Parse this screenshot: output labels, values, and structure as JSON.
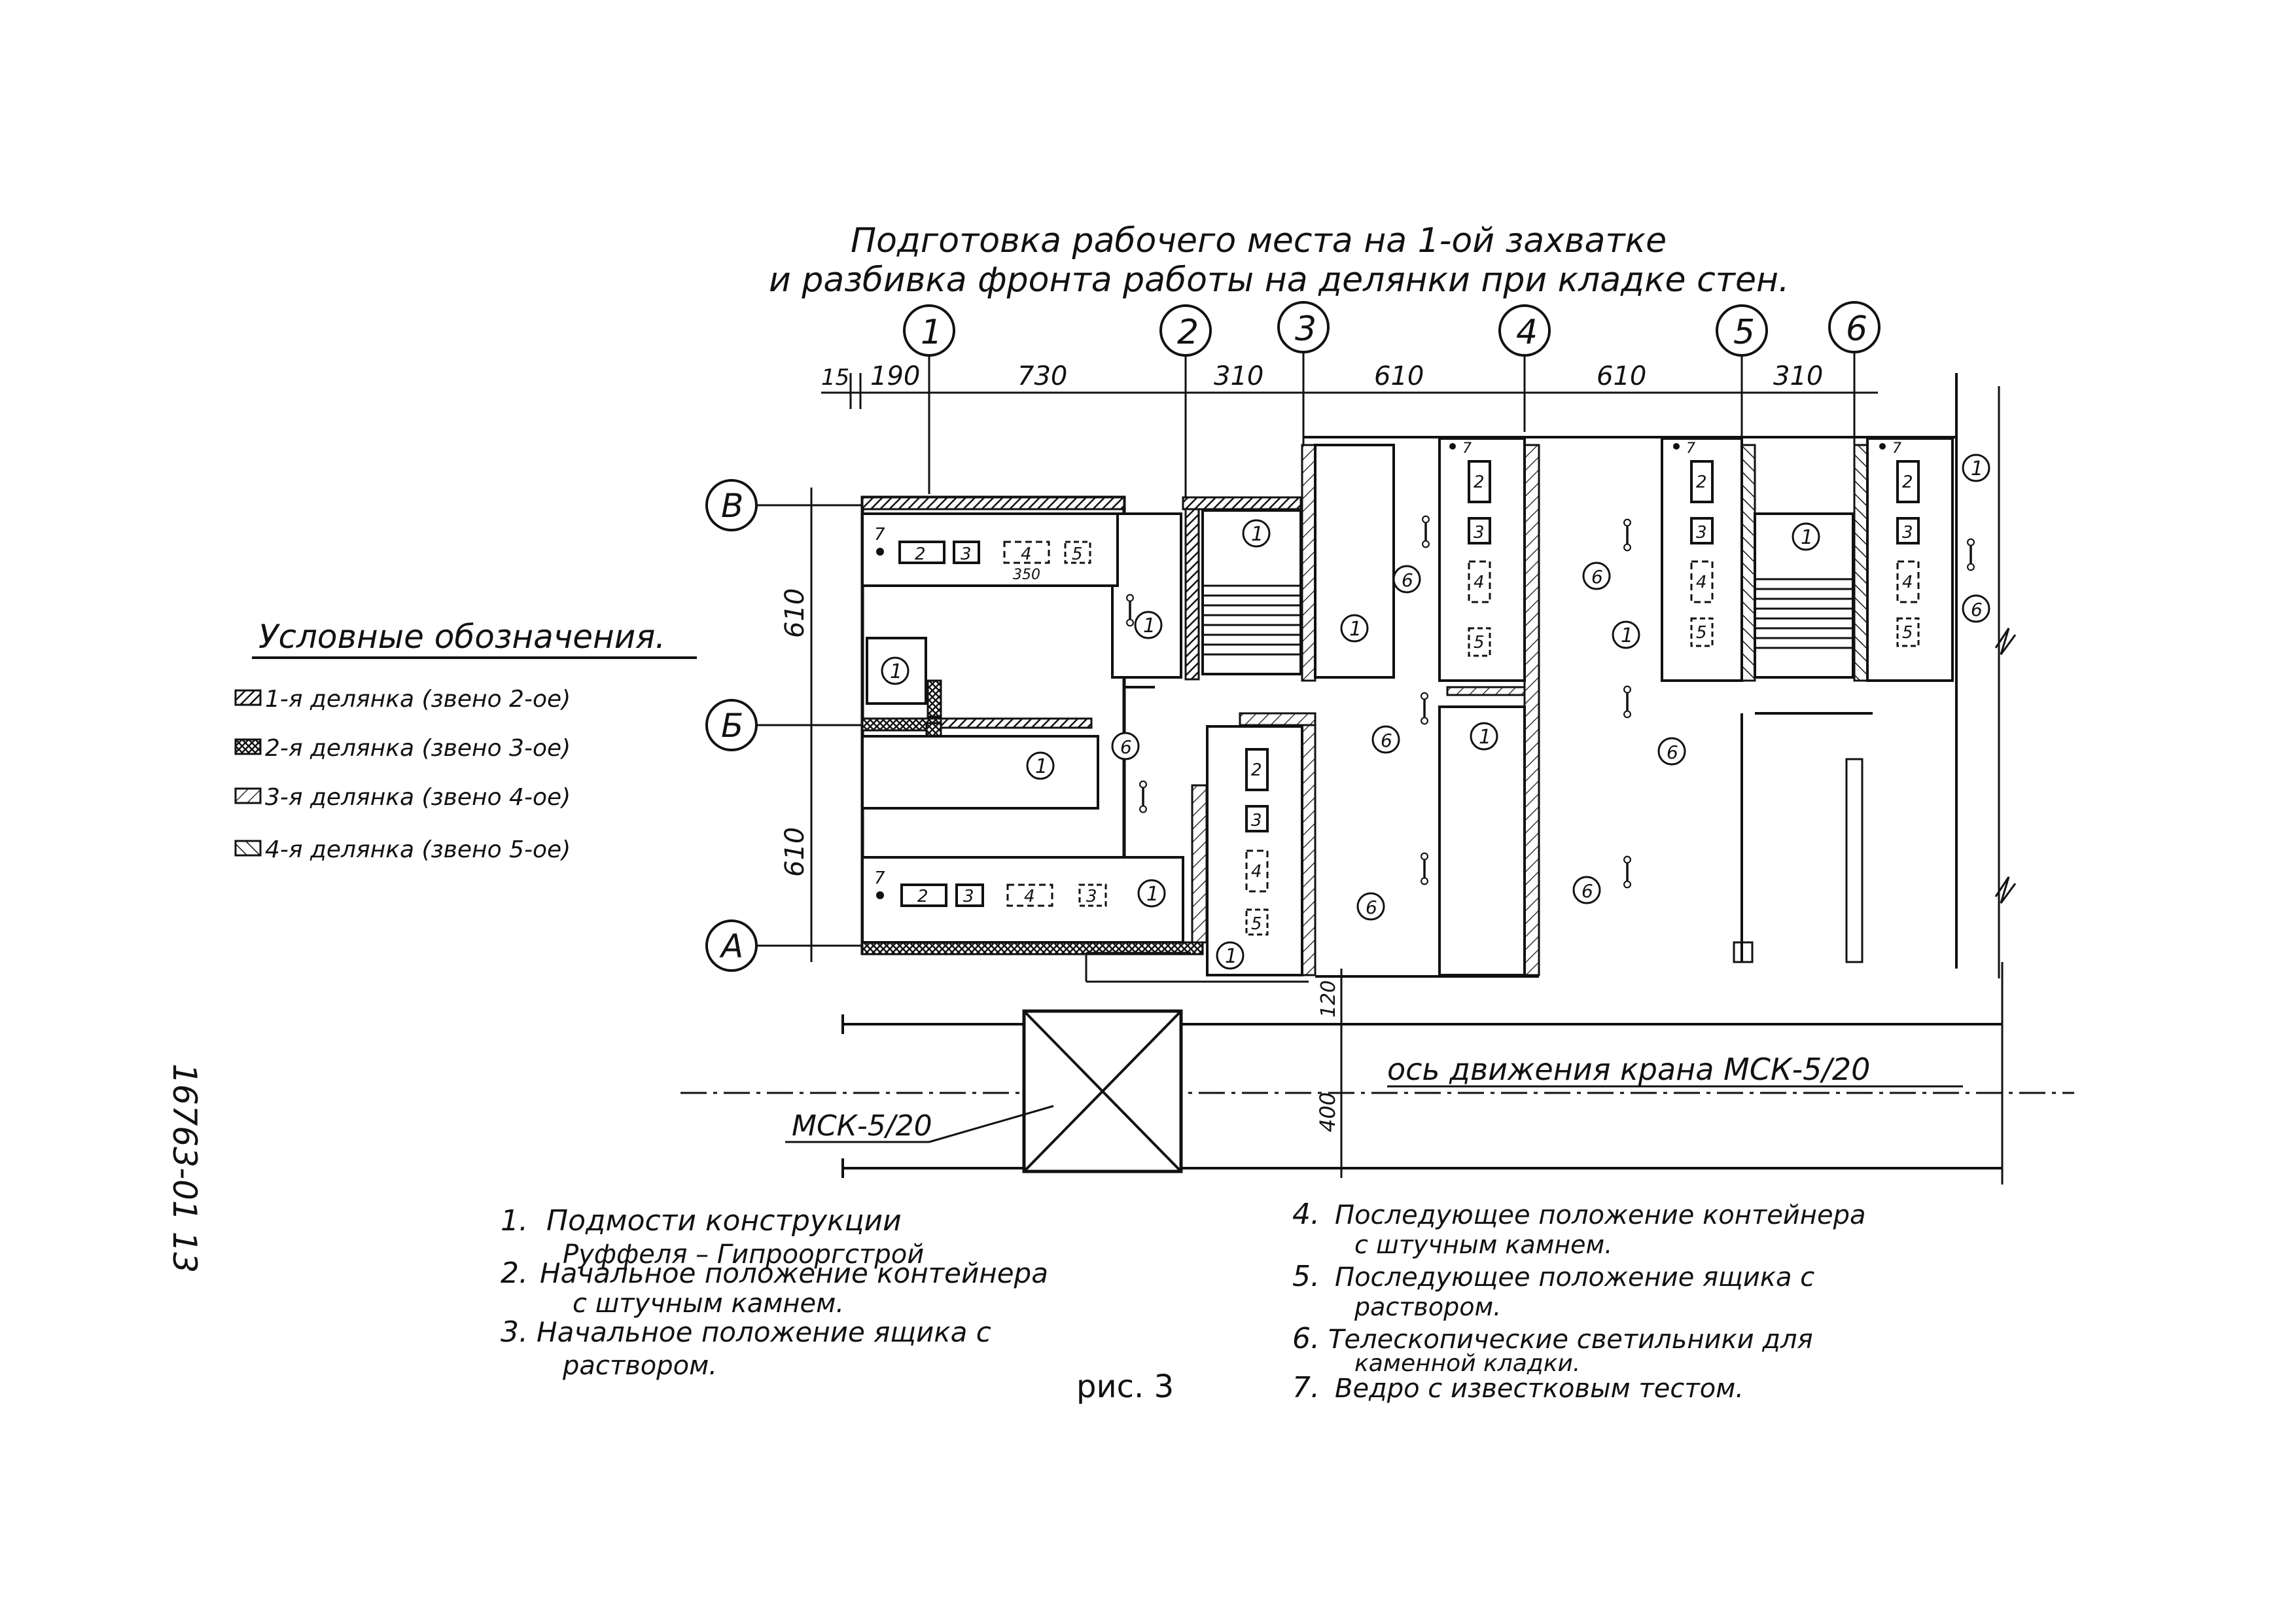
{
  "title": {
    "line1": "Подготовка рабочего места на 1-ой захватке",
    "line2": "и разбивка фронта работы на делянки при кладке стен."
  },
  "axes_vertical": [
    "1",
    "2",
    "3",
    "4",
    "5",
    "6"
  ],
  "axes_horizontal": [
    "В",
    "Б",
    "А"
  ],
  "dimensions_top": [
    "15",
    "190",
    "730",
    "310",
    "610",
    "610",
    "310"
  ],
  "dimensions_left": [
    "610",
    "610"
  ],
  "dimension_crane_offset": "120",
  "dimension_crane_track": "400",
  "crane_label": "МСК-5/20",
  "crane_axis_label": "ось движения крана МСК-5/20",
  "legend": {
    "heading": "Условные обозначения.",
    "items": [
      {
        "label": "1-я делянка (звено 2-ое)",
        "pattern": "diag-dense"
      },
      {
        "label": "2-я делянка (звено 3-ое)",
        "pattern": "cross-hatch"
      },
      {
        "label": "3-я делянка (звено 4-ое)",
        "pattern": "diag-sparse"
      },
      {
        "label": "4-я делянка (звено 5-ое)",
        "pattern": "diag-reverse"
      }
    ]
  },
  "plan_markers": {
    "scaffold": "1",
    "container_start": "2",
    "mortar_start": "3",
    "container_next": "4",
    "mortar_next": "5",
    "lamp": "6",
    "bucket": "7",
    "spacing_note": "350"
  },
  "notes_left": [
    {
      "num": "1.",
      "text": "Подмости конструкции",
      "text2": "Руффеля – Гипрооргстрой"
    },
    {
      "num": "2.",
      "text": "Начальное положение контейнера",
      "text2": "с штучным камнем."
    },
    {
      "num": "3.",
      "text": "Начальное положение ящика с",
      "text2": "раствором."
    }
  ],
  "notes_right": [
    {
      "num": "4.",
      "text": "Последующее положение контейнера",
      "text2": "с штучным камнем."
    },
    {
      "num": "5.",
      "text": "Последующее положение ящика с",
      "text2": "раствором."
    },
    {
      "num": "6.",
      "text": "Телескопические светильники для",
      "text2": "каменной кладки."
    },
    {
      "num": "7.",
      "text": "Ведро с известковым тестом.",
      "text2": ""
    }
  ],
  "figure_caption": "рис. 3",
  "sheet_code": "16763-01 13"
}
